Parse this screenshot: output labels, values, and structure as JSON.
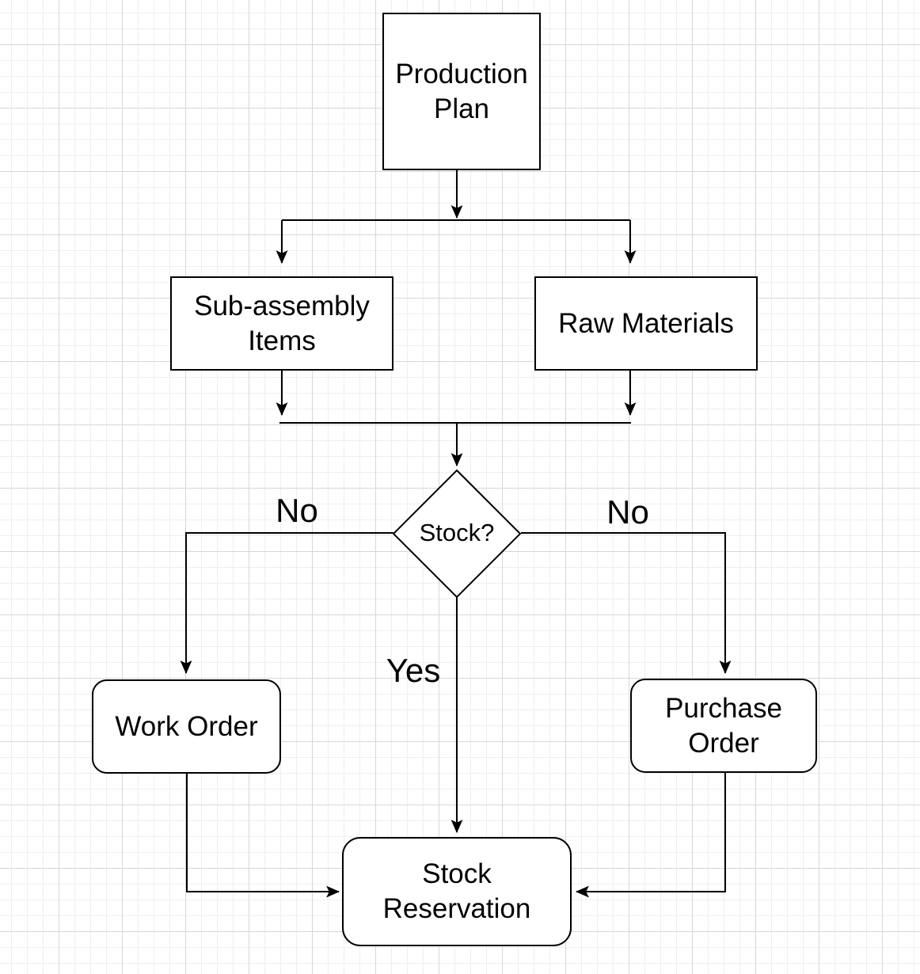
{
  "diagram": {
    "nodes": {
      "production_plan": {
        "label": "Production Plan",
        "shape": "rectangle"
      },
      "sub_assembly_items": {
        "label": "Sub-assembly Items",
        "shape": "rectangle"
      },
      "raw_materials": {
        "label": "Raw Materials",
        "shape": "rectangle"
      },
      "stock_decision": {
        "label": "Stock?",
        "shape": "diamond"
      },
      "work_order": {
        "label": "Work Order",
        "shape": "rounded-rectangle"
      },
      "purchase_order": {
        "label": "Purchase Order",
        "shape": "rounded-rectangle"
      },
      "stock_reservation": {
        "label": "Stock Reservation",
        "shape": "rounded-rectangle"
      }
    },
    "edges": [
      {
        "from": "production_plan",
        "to": "sub_assembly_items",
        "label": ""
      },
      {
        "from": "production_plan",
        "to": "raw_materials",
        "label": ""
      },
      {
        "from": "sub_assembly_items",
        "to": "stock_decision",
        "label": ""
      },
      {
        "from": "raw_materials",
        "to": "stock_decision",
        "label": ""
      },
      {
        "from": "stock_decision",
        "to": "work_order",
        "label": "No"
      },
      {
        "from": "stock_decision",
        "to": "purchase_order",
        "label": "No"
      },
      {
        "from": "stock_decision",
        "to": "stock_reservation",
        "label": "Yes"
      },
      {
        "from": "work_order",
        "to": "stock_reservation",
        "label": ""
      },
      {
        "from": "purchase_order",
        "to": "stock_reservation",
        "label": ""
      }
    ],
    "colors": {
      "stroke": "#000000",
      "node_fill": "#ffffff",
      "text": "#000000",
      "grid_minor": "#efefef",
      "grid_major": "#d7d7d7",
      "canvas": "#ffffff"
    }
  }
}
